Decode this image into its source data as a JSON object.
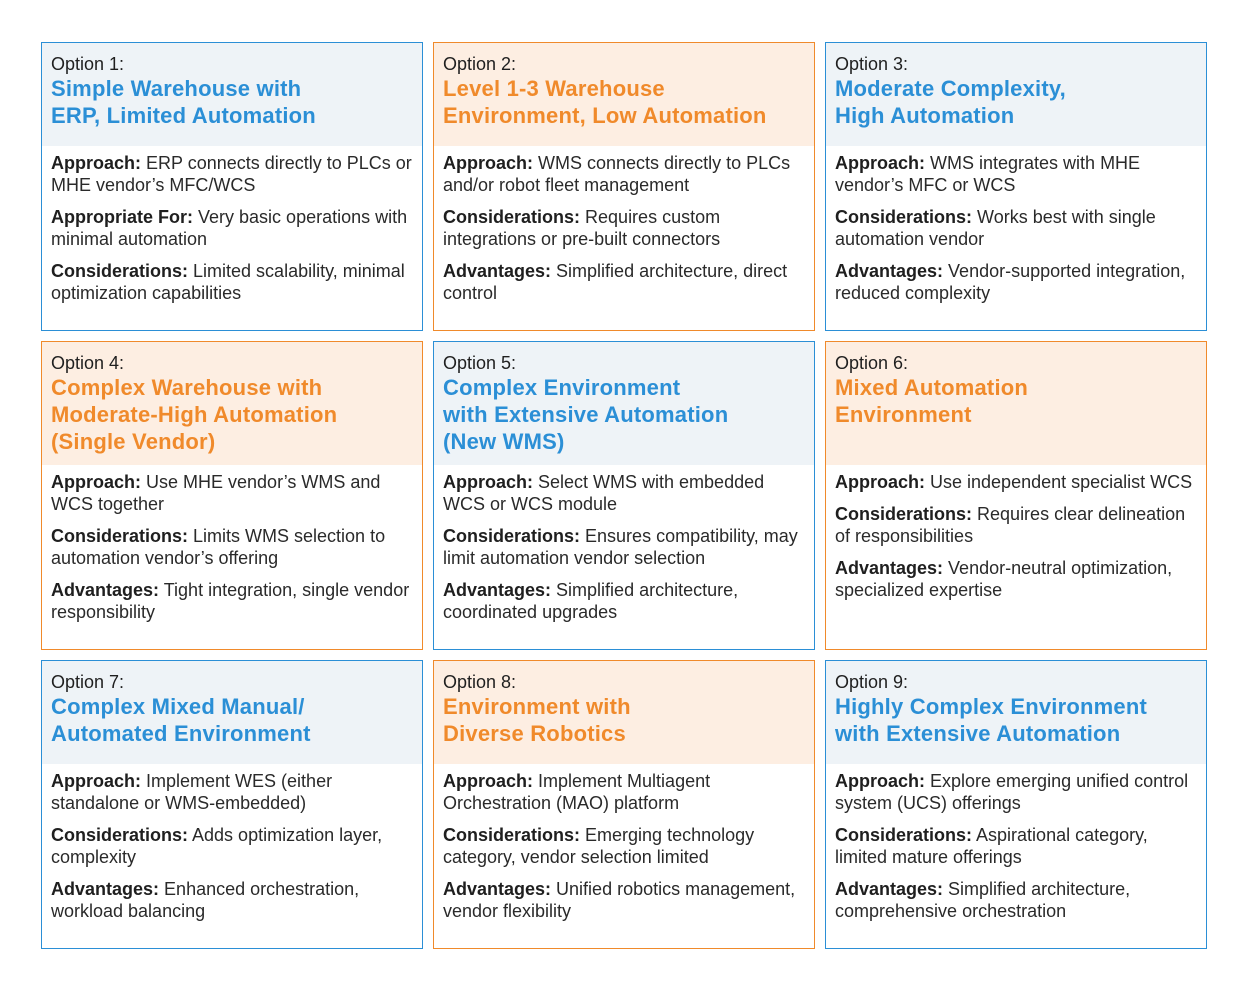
{
  "colors": {
    "blue": "#2b8fd6",
    "orange": "#f08a2b",
    "blue_fill": "#eef3f7",
    "orange_fill": "#fdeee2"
  },
  "options": [
    {
      "num": "Option 1:",
      "title_l1": "Simple Warehouse with",
      "title_l2": "ERP, Limited Automation",
      "title_l3": "",
      "accent": "blue",
      "r1_label": "Approach:",
      "r1_text": "ERP connects directly to PLCs or MHE vendor’s MFC/WCS",
      "r2_label": "Appropriate For:",
      "r2_text": "Very basic operations with minimal automation",
      "r3_label": "Considerations:",
      "r3_text": "Limited scalability, minimal optimization capabilities"
    },
    {
      "num": "Option 2:",
      "title_l1": "Level 1-3 Warehouse",
      "title_l2": "Environment, Low Automation",
      "title_l3": "",
      "accent": "orange",
      "r1_label": "Approach:",
      "r1_text": "WMS connects directly to PLCs and/or robot fleet management",
      "r2_label": "Considerations:",
      "r2_text": "Requires custom integrations or pre-built connectors",
      "r3_label": "Advantages:",
      "r3_text": "Simplified architecture, direct control"
    },
    {
      "num": "Option 3:",
      "title_l1": "Moderate Complexity,",
      "title_l2": "High Automation",
      "title_l3": "",
      "accent": "blue",
      "r1_label": "Approach:",
      "r1_text": "WMS integrates with MHE vendor’s MFC or WCS",
      "r2_label": "Considerations:",
      "r2_text": "Works best with single automation vendor",
      "r3_label": "Advantages:",
      "r3_text": "Vendor-supported integration, reduced complexity"
    },
    {
      "num": "Option 4:",
      "title_l1": "Complex Warehouse with",
      "title_l2": "Moderate-High Automation",
      "title_l3": "(Single Vendor)",
      "accent": "orange",
      "r1_label": "Approach:",
      "r1_text": "Use MHE vendor’s WMS and WCS together",
      "r2_label": "Considerations:",
      "r2_text": "Limits WMS selection to automation vendor’s offering",
      "r3_label": "Advantages:",
      "r3_text": "Tight integration, single vendor responsibility"
    },
    {
      "num": "Option 5:",
      "title_l1": "Complex Environment",
      "title_l2": "with Extensive Automation",
      "title_l3": "(New WMS)",
      "accent": "blue",
      "r1_label": "Approach:",
      "r1_text": "Select WMS with embedded WCS or WCS module",
      "r2_label": "Considerations:",
      "r2_text": "Ensures compatibility, may limit automation vendor selection",
      "r3_label": "Advantages:",
      "r3_text": "Simplified architecture, coordinated upgrades"
    },
    {
      "num": "Option 6:",
      "title_l1": "Mixed Automation",
      "title_l2": "Environment",
      "title_l3": "",
      "accent": "orange",
      "r1_label": "Approach:",
      "r1_text": "Use independent specialist WCS",
      "r2_label": "Considerations:",
      "r2_text": "Requires clear delineation of responsibilities",
      "r3_label": "Advantages:",
      "r3_text": "Vendor-neutral optimization, specialized expertise"
    },
    {
      "num": "Option 7:",
      "title_l1": "Complex Mixed Manual/",
      "title_l2": "Automated Environment",
      "title_l3": "",
      "accent": "blue",
      "r1_label": "Approach:",
      "r1_text": "Implement WES (either standalone or WMS-embedded)",
      "r2_label": "Considerations:",
      "r2_text": "Adds optimization layer, complexity",
      "r3_label": "Advantages:",
      "r3_text": "Enhanced orchestration, workload balancing"
    },
    {
      "num": "Option 8:",
      "title_l1": "Environment with",
      "title_l2": "Diverse Robotics",
      "title_l3": "",
      "accent": "orange",
      "r1_label": "Approach:",
      "r1_text": "Implement Multiagent Orchestration (MAO) platform",
      "r2_label": "Considerations:",
      "r2_text": "Emerging technology category, vendor selection limited",
      "r3_label": "Advantages:",
      "r3_text": "Unified robotics management, vendor flexibility"
    },
    {
      "num": "Option 9:",
      "title_l1": "Highly Complex Environment",
      "title_l2": "with Extensive Automation",
      "title_l3": "",
      "accent": "blue",
      "r1_label": "Approach:",
      "r1_text": "Explore emerging unified control system (UCS) offerings",
      "r2_label": "Considerations:",
      "r2_text": "Aspirational category, limited mature offerings",
      "r3_label": "Advantages:",
      "r3_text": "Simplified architecture, comprehensive orchestration"
    }
  ]
}
